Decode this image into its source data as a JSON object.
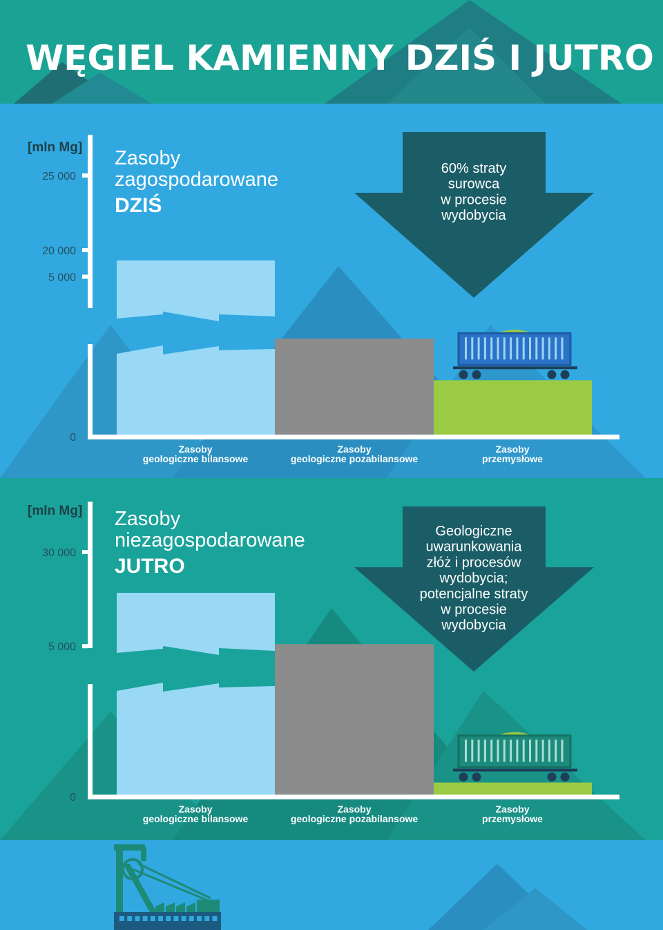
{
  "title": "WĘGIEL KAMIENNY DZIŚ I JUTRO",
  "colors": {
    "top_band": "#1aa395",
    "section1_bg": "#31a8e0",
    "section2_bg": "#1aa39a",
    "bar_bilansowe": "#99d9f6",
    "bar_pozabilansowe": "#8c8c8c",
    "bar_przemyslowe": "#9bcb45",
    "arrow": "#1b5d66",
    "axis": "#ffffff",
    "wagon_today": "#2a73c7",
    "wagon_future": "#1c8a7c"
  },
  "icons": [
    "mountain-shape",
    "coal-wagon-icon",
    "mine-shaft-tower-icon",
    "down-arrow-shape"
  ],
  "chart_data": [
    {
      "type": "bar",
      "unit_label": "[mln Mg]",
      "heading_lines": [
        "Zasoby",
        "zagospodarowane"
      ],
      "heading_bold": "DZIŚ",
      "arrow_lines": [
        "60% straty",
        "surowca",
        "w procesie",
        "wydobycia"
      ],
      "broken_axis": true,
      "y_ticks_lower": [
        "0",
        "5 000"
      ],
      "y_ticks_upper": [
        "20 000",
        "25 000"
      ],
      "categories": [
        {
          "line1": "Zasoby",
          "line2": "geologiczne bilansowe"
        },
        {
          "line1": "Zasoby",
          "line2": "geologiczne pozabilansowe"
        },
        {
          "line1": "Zasoby",
          "line2": "przemysłowe"
        }
      ],
      "values": [
        21700,
        3000,
        1700
      ]
    },
    {
      "type": "bar",
      "unit_label": "[mln Mg]",
      "heading_lines": [
        "Zasoby",
        "niezagospodarowane"
      ],
      "heading_bold": "JUTRO",
      "arrow_lines": [
        "Geologiczne",
        "uwarunkowania",
        "złóż i procesów",
        "wydobycia;",
        "potencjalne straty",
        "w procesie",
        "wydobycia"
      ],
      "broken_axis": true,
      "y_ticks_lower": [
        "0",
        "5 000"
      ],
      "y_ticks_upper": [
        "30 000"
      ],
      "categories": [
        {
          "line1": "Zasoby",
          "line2": "geologiczne bilansowe"
        },
        {
          "line1": "Zasoby",
          "line2": "geologiczne pozabilansowe"
        },
        {
          "line1": "Zasoby",
          "line2": "przemysłowe"
        }
      ],
      "values": [
        27000,
        5000,
        400
      ]
    }
  ]
}
